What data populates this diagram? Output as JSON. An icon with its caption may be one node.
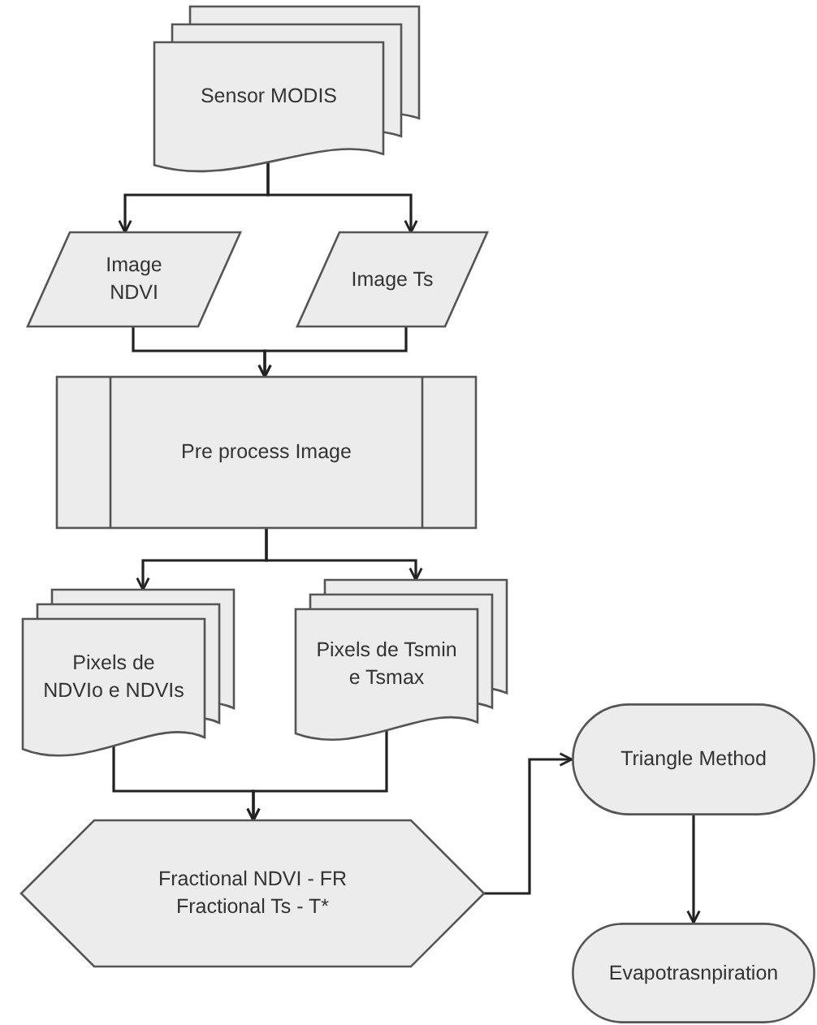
{
  "diagram": {
    "nodes": [
      {
        "text": [
          "Sensor MODIS"
        ]
      },
      {
        "text": [
          "Image NDVI"
        ]
      },
      {
        "text": [
          "Image Ts"
        ]
      },
      {
        "text": [
          "Pre process Image"
        ]
      },
      {
        "text": [
          "Pixels de NDVIo e NDVIs"
        ]
      },
      {
        "text": [
          "Pixels de Tsmin e Tsmax"
        ]
      },
      {
        "text": [
          "Fractional NDVI - FR Fractional Ts - T*"
        ]
      },
      {
        "text": [
          "Triangle Method"
        ]
      },
      {
        "text": [
          "Evapotrasnpiration"
        ]
      }
    ],
    "edges": [
      {
        "from": 0,
        "to": 1,
        "arrow": "to"
      },
      {
        "from": 0,
        "to": 2,
        "arrow": "to"
      },
      {
        "from": 1,
        "to": 3,
        "arrow": "to"
      },
      {
        "from": 2,
        "to": 3,
        "arrow": "to"
      },
      {
        "from": 3,
        "to": 4,
        "arrow": "to"
      },
      {
        "from": 3,
        "to": 5,
        "arrow": "to"
      },
      {
        "from": 4,
        "to": 6,
        "arrow": "to"
      },
      {
        "from": 5,
        "to": 6,
        "arrow": "to"
      },
      {
        "from": 6,
        "to": 7,
        "arrow": "to"
      },
      {
        "from": 7,
        "to": 8,
        "arrow": "to"
      }
    ]
  }
}
